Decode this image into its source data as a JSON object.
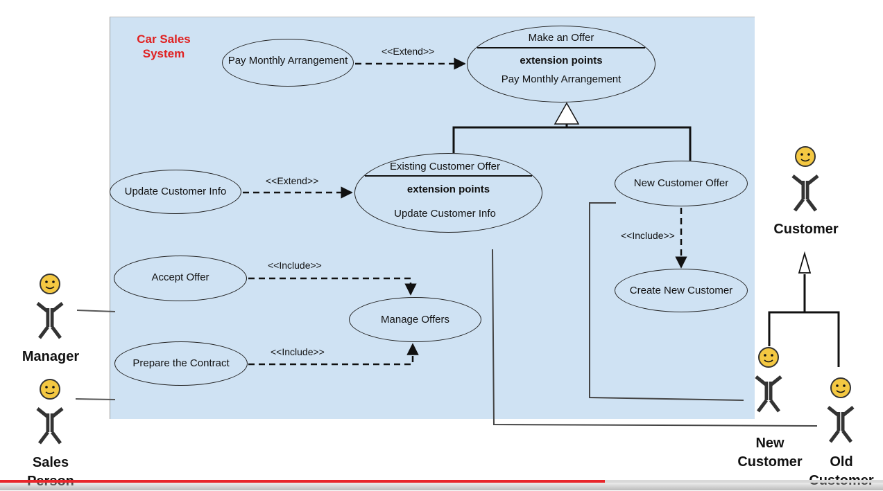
{
  "system": {
    "title_line1": "Car Sales",
    "title_line2": "System",
    "fill_color": "#cfe2f3"
  },
  "use_cases": {
    "pay_monthly": "Pay Monthly Arrangement",
    "make_offer": "Make an Offer",
    "make_offer_ext_heading": "extension points",
    "make_offer_ext_point": "Pay Monthly Arrangement",
    "update_customer": "Update Customer Info",
    "existing_offer": "Existing Customer Offer",
    "existing_offer_ext_heading": "extension points",
    "existing_offer_ext_point": "Update Customer Info",
    "new_offer": "New Customer Offer",
    "create_customer": "Create New Customer",
    "accept_offer": "Accept Offer",
    "manage_offers": "Manage Offers",
    "prepare_contract": "Prepare the Contract"
  },
  "relations": {
    "extend_1": "<<Extend>>",
    "extend_2": "<<Extend>>",
    "include_1": "<<Include>>",
    "include_2": "<<Include>>",
    "include_3": "<<Include>>"
  },
  "actors": {
    "manager": "Manager",
    "sales_line1": "Sales",
    "sales_line2": "Person",
    "customer": "Customer",
    "new_line1": "New",
    "new_line2": "Customer",
    "old_line1": "Old",
    "old_line2": "Customer"
  },
  "video_progress": 0.685,
  "accent_color": "#e8262b"
}
